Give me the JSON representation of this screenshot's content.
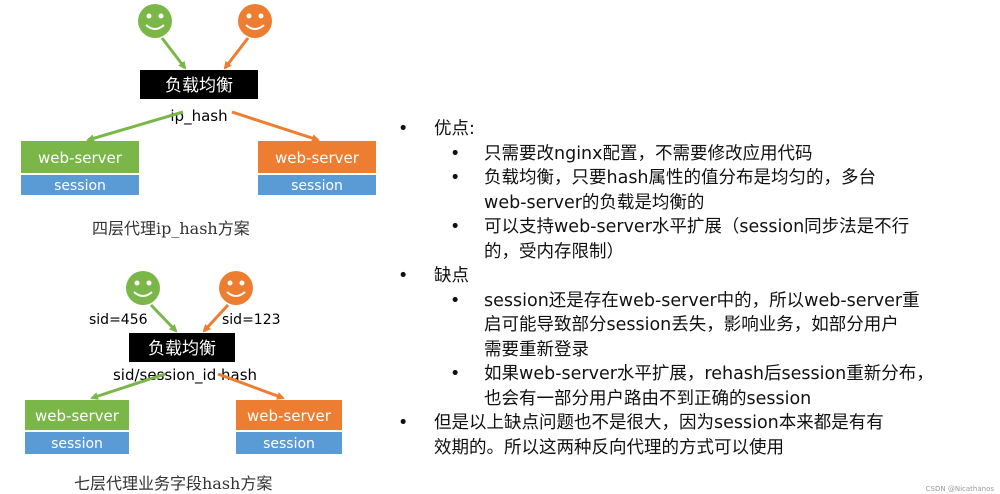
{
  "colors": {
    "green": "#7ab648",
    "orange": "#ed7d31",
    "blue": "#5b9bd5",
    "black": "#000000"
  },
  "top": {
    "balancer": "负载均衡",
    "method": "ip_hash",
    "server_left": "web-server",
    "server_right": "web-server",
    "session_left": "session",
    "session_right": "session",
    "caption": "四层代理ip_hash方案"
  },
  "bottom": {
    "balancer": "负载均衡",
    "method": "sid/session_id hash",
    "sid_left": "sid=456",
    "sid_right": "sid=123",
    "server_left": "web-server",
    "server_right": "web-server",
    "session_left": "session",
    "session_right": "session",
    "caption": "七层代理业务字段hash方案"
  },
  "bullets": {
    "pros": "优点:",
    "pro1": "只需要改nginx配置，不需要修改应用代码",
    "pro2a": "负载均衡，只要hash属性的值分布是均匀的，多台",
    "pro2b": "web-server的负载是均衡的",
    "pro3a": "可以支持web-server水平扩展（session同步法是不行",
    "pro3b": "的，受内存限制）",
    "cons": "缺点",
    "con1a": "session还是存在web-server中的，所以web-server重",
    "con1b": "启可能导致部分session丢失，影响业务，如部分用户",
    "con1c": "需要重新登录",
    "con2a": "如果web-server水平扩展，rehash后session重新分布，",
    "con2b": "也会有一部分用户路由不到正确的session",
    "summary_a": "但是以上缺点问题也不是很大，因为session本来都是有有",
    "summary_b": "效期的。所以这两种反向代理的方式可以使用"
  },
  "watermark": "CSDN @Nicathanos"
}
